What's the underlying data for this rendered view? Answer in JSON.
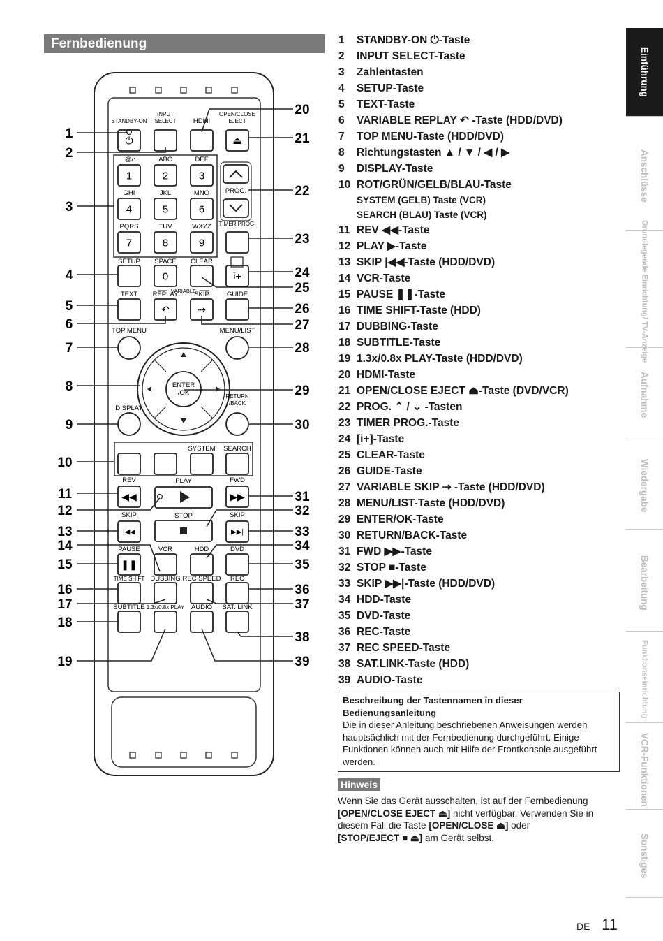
{
  "page": {
    "title": "Fernbedienung",
    "lang": "DE",
    "number": "11"
  },
  "items": [
    {
      "n": "1",
      "t": "STANDBY-ON ⏻-Taste"
    },
    {
      "n": "2",
      "t": "INPUT SELECT-Taste"
    },
    {
      "n": "3",
      "t": "Zahlentasten"
    },
    {
      "n": "4",
      "t": "SETUP-Taste"
    },
    {
      "n": "5",
      "t": "TEXT-Taste"
    },
    {
      "n": "6",
      "t": "VARIABLE REPLAY ↶ -Taste (HDD/DVD)"
    },
    {
      "n": "7",
      "t": "TOP MENU-Taste (HDD/DVD)"
    },
    {
      "n": "8",
      "t": "Richtungstasten ▲ / ▼ / ◀ / ▶"
    },
    {
      "n": "9",
      "t": "DISPLAY-Taste"
    },
    {
      "n": "10",
      "t": "ROT/GRÜN/GELB/BLAU-Taste"
    },
    {
      "n": "",
      "t": "SYSTEM (GELB) Taste (VCR)",
      "sub": true
    },
    {
      "n": "",
      "t": "SEARCH (BLAU) Taste (VCR)",
      "sub": true
    },
    {
      "n": "11",
      "t": "REV ◀◀-Taste"
    },
    {
      "n": "12",
      "t": "PLAY ▶-Taste"
    },
    {
      "n": "13",
      "t": "SKIP |◀◀-Taste (HDD/DVD)"
    },
    {
      "n": "14",
      "t": "VCR-Taste"
    },
    {
      "n": "15",
      "t": "PAUSE ❚❚-Taste"
    },
    {
      "n": "16",
      "t": "TIME SHIFT-Taste (HDD)"
    },
    {
      "n": "17",
      "t": "DUBBING-Taste"
    },
    {
      "n": "18",
      "t": "SUBTITLE-Taste"
    },
    {
      "n": "19",
      "t": "1.3x/0.8x PLAY-Taste (HDD/DVD)"
    },
    {
      "n": "20",
      "t": "HDMI-Taste"
    },
    {
      "n": "21",
      "t": "OPEN/CLOSE EJECT ⏏-Taste (DVD/VCR)"
    },
    {
      "n": "22",
      "t": "PROG. ⌃ / ⌄ -Tasten"
    },
    {
      "n": "23",
      "t": "TIMER PROG.-Taste"
    },
    {
      "n": "24",
      "t": "[i+]-Taste"
    },
    {
      "n": "25",
      "t": "CLEAR-Taste"
    },
    {
      "n": "26",
      "t": "GUIDE-Taste"
    },
    {
      "n": "27",
      "t": "VARIABLE SKIP ⇢ -Taste (HDD/DVD)"
    },
    {
      "n": "28",
      "t": "MENU/LIST-Taste (HDD/DVD)"
    },
    {
      "n": "29",
      "t": "ENTER/OK-Taste"
    },
    {
      "n": "30",
      "t": "RETURN/BACK-Taste"
    },
    {
      "n": "31",
      "t": "FWD ▶▶-Taste"
    },
    {
      "n": "32",
      "t": "STOP ■-Taste"
    },
    {
      "n": "33",
      "t": "SKIP ▶▶|-Taste (HDD/DVD)"
    },
    {
      "n": "34",
      "t": "HDD-Taste"
    },
    {
      "n": "35",
      "t": "DVD-Taste"
    },
    {
      "n": "36",
      "t": "REC-Taste"
    },
    {
      "n": "37",
      "t": "REC SPEED-Taste"
    },
    {
      "n": "38",
      "t": "SAT.LINK-Taste (HDD)"
    },
    {
      "n": "39",
      "t": "AUDIO-Taste"
    }
  ],
  "info": {
    "heading": "Beschreibung der Tastennamen in dieser Bedienungsanleitung",
    "body": "Die in dieser Anleitung beschriebenen Anweisungen werden hauptsächlich mit der Fernbedienung durchgeführt. Einige Funktionen können auch mit Hilfe der Frontkonsole ausgeführt werden."
  },
  "hint": {
    "label": "Hinweis",
    "p1": "Wenn Sie das Gerät ausschalten, ist auf der Fernbedienung",
    "k1": "[OPEN/CLOSE EJECT ⏏]",
    "p2": " nicht verfügbar. Verwenden Sie in diesem Fall die Taste ",
    "k2": "[OPEN/CLOSE ⏏]",
    "p3": " oder",
    "k3": "[STOP/EJECT ■ ⏏]",
    "p4": " am Gerät selbst."
  },
  "tabs": [
    "Einführung",
    "Anschlüsse",
    "Grundlegende Einrichtung/ TV-Anzeige",
    "Aufnahme",
    "Wiedergabe",
    "Bearbeitung",
    "Funktionseinrichtung",
    "VCR-Funktionen",
    "Sonstiges"
  ],
  "remote": {
    "buttons": [
      {
        "label": "STANDBY-ON",
        "glyph": "⏻"
      },
      {
        "label": "INPUT SELECT",
        "glyph": ""
      },
      {
        "label": "HDMI",
        "glyph": ""
      },
      {
        "label": "OPEN/CLOSE EJECT",
        "glyph": "⏏"
      },
      {
        "label": ".@/:",
        "glyph": "1"
      },
      {
        "label": "ABC",
        "glyph": "2"
      },
      {
        "label": "DEF",
        "glyph": "3"
      },
      {
        "label": "GHI",
        "glyph": "4"
      },
      {
        "label": "JKL",
        "glyph": "5"
      },
      {
        "label": "MNO",
        "glyph": "6"
      },
      {
        "label": "PQRS",
        "glyph": "7"
      },
      {
        "label": "TUV",
        "glyph": "8"
      },
      {
        "label": "WXYZ",
        "glyph": "9"
      },
      {
        "label": "SPACE",
        "glyph": "0"
      },
      {
        "label": "SETUP",
        "glyph": ""
      },
      {
        "label": "CLEAR",
        "glyph": ""
      },
      {
        "label": "TIMER PROG.",
        "glyph": ""
      },
      {
        "label": "",
        "glyph": "i+"
      },
      {
        "label": "TEXT",
        "glyph": ""
      },
      {
        "label": "REPLAY",
        "glyph": "↶"
      },
      {
        "label": "SKIP",
        "glyph": "⇢"
      },
      {
        "label": "GUIDE",
        "glyph": ""
      },
      {
        "label": "TOP MENU",
        "glyph": ""
      },
      {
        "label": "MENU/LIST",
        "glyph": ""
      },
      {
        "label": "DISPLAY",
        "glyph": ""
      },
      {
        "label": "RETURN /BACK",
        "glyph": ""
      },
      {
        "label": "ENTER /OK",
        "glyph": ""
      },
      {
        "label": "SYSTEM",
        "glyph": ""
      },
      {
        "label": "SEARCH",
        "glyph": ""
      },
      {
        "label": "REV",
        "glyph": "◀◀"
      },
      {
        "label": "PLAY",
        "glyph": "▶"
      },
      {
        "label": "FWD",
        "glyph": "▶▶"
      },
      {
        "label": "SKIP",
        "glyph": "|◀◀"
      },
      {
        "label": "STOP",
        "glyph": "■"
      },
      {
        "label": "SKIP",
        "glyph": "▶▶|"
      },
      {
        "label": "PAUSE",
        "glyph": "❚❚"
      },
      {
        "label": "VCR",
        "glyph": ""
      },
      {
        "label": "HDD",
        "glyph": ""
      },
      {
        "label": "DVD",
        "glyph": ""
      },
      {
        "label": "TIME SHIFT",
        "glyph": ""
      },
      {
        "label": "DUBBING",
        "glyph": ""
      },
      {
        "label": "REC SPEED",
        "glyph": ""
      },
      {
        "label": "REC",
        "glyph": ""
      },
      {
        "label": "SUBTITLE",
        "glyph": ""
      },
      {
        "label": "1.3x/0.8x PLAY",
        "glyph": ""
      },
      {
        "label": "AUDIO",
        "glyph": ""
      },
      {
        "label": "SAT. LINK",
        "glyph": ""
      },
      {
        "label": "PROG.",
        "glyph": ""
      },
      {
        "label": "VARIABLE",
        "glyph": ""
      }
    ],
    "callouts": [
      "1",
      "2",
      "3",
      "4",
      "5",
      "6",
      "7",
      "8",
      "9",
      "10",
      "11",
      "12",
      "13",
      "14",
      "15",
      "16",
      "17",
      "18",
      "19",
      "20",
      "21",
      "22",
      "23",
      "24",
      "25",
      "26",
      "27",
      "28",
      "29",
      "30",
      "31",
      "32",
      "33",
      "34",
      "35",
      "36",
      "37",
      "38",
      "39"
    ]
  }
}
